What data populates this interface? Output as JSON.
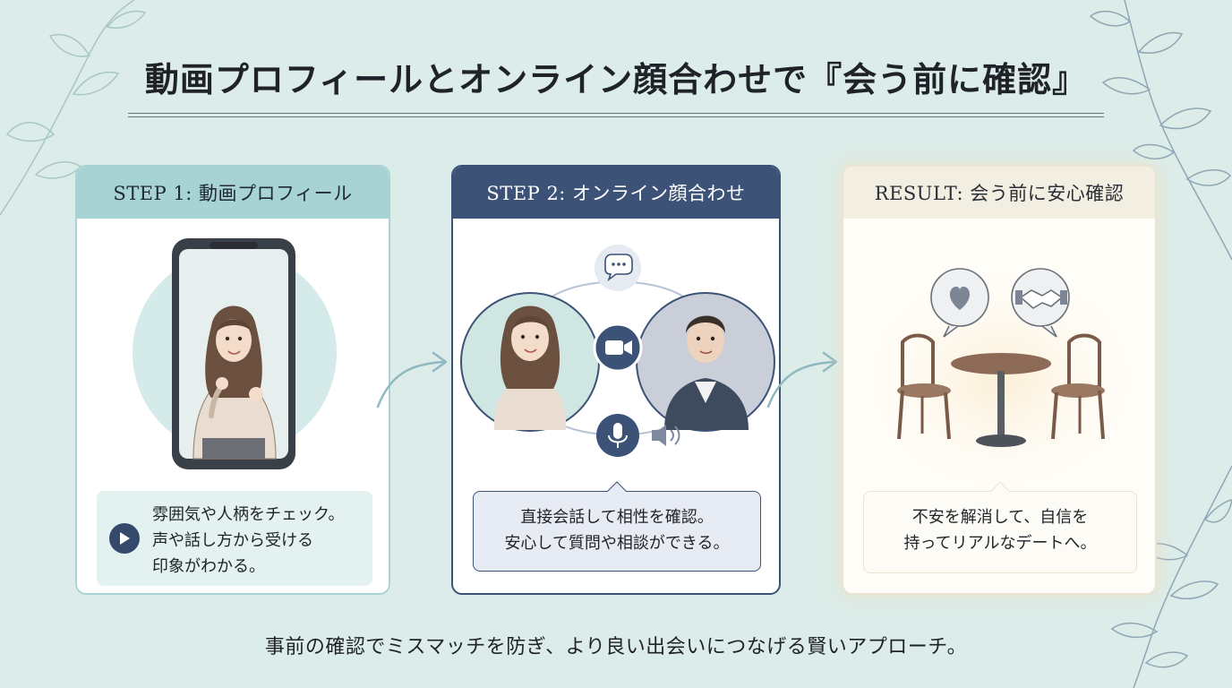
{
  "title": "動画プロフィールとオンライン顔合わせで『会う前に確認』",
  "steps": [
    {
      "header": "STEP 1: 動画プロフィール",
      "note_lines": [
        "雰囲気や人柄をチェック。",
        "声や話し方から受ける",
        "印象がわかる。"
      ]
    },
    {
      "header": "STEP 2: オンライン顔合わせ",
      "note_lines": [
        "直接会話して相性を確認。",
        "安心して質問や相談ができる。"
      ]
    },
    {
      "header": "RESULT: 会う前に安心確認",
      "note_lines": [
        "不安を解消して、自信を",
        "持ってリアルなデートへ。"
      ]
    }
  ],
  "footer": "事前の確認でミスマッチを防ぎ、より良い出会いにつなげる賢いアプローチ。",
  "colors": {
    "background": "#dcece8",
    "step1_accent": "#a7d3d5",
    "step2_accent": "#3d5277",
    "result_accent": "#f2eee2"
  },
  "icons": [
    "play-icon",
    "chat-bubble-icon",
    "video-camera-icon",
    "microphone-icon",
    "speaker-icon",
    "heart-icon",
    "handshake-icon"
  ]
}
